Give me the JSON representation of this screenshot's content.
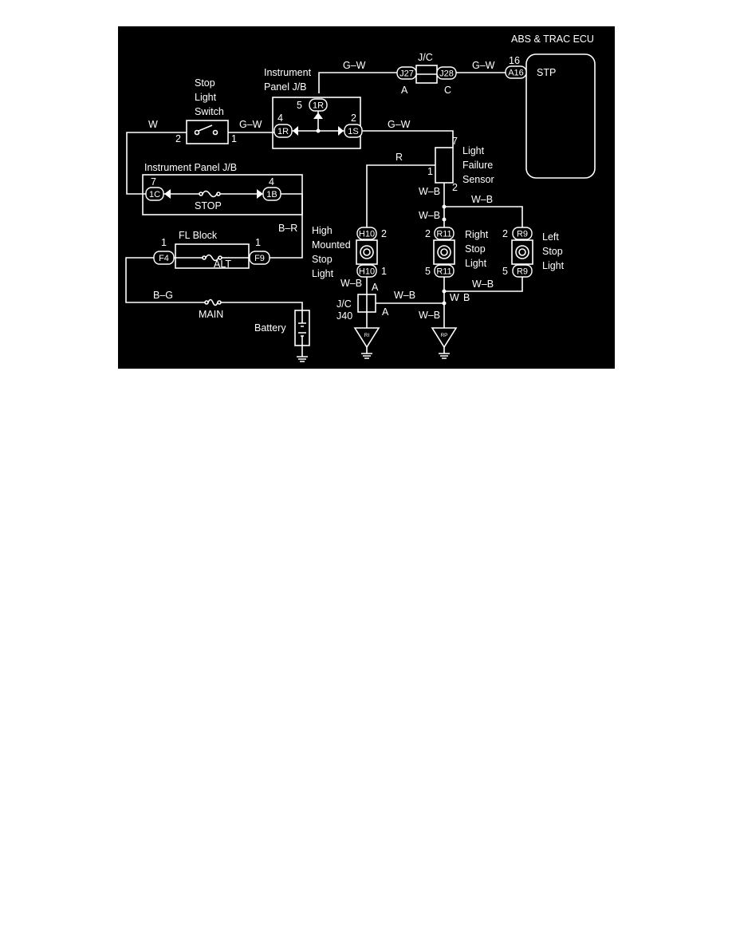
{
  "colors": {
    "background": "#000000",
    "line": "#ffffff",
    "page": "#ffffff"
  },
  "ecu": {
    "title": "ABS & TRAC ECU",
    "pin_num": "16",
    "connector": "A16",
    "terminal": "STP"
  },
  "jc_top": {
    "label": "J/C",
    "left_conn": "J27",
    "left_pin": "A",
    "right_conn": "J28",
    "right_pin": "C"
  },
  "ip_jb_top": {
    "label_line1": "Instrument",
    "label_line2": "Panel J/B",
    "top_pin": "5",
    "top_conn": "1R",
    "left_pin": "4",
    "left_conn": "1R",
    "right_pin": "2",
    "right_conn": "1S"
  },
  "stop_switch": {
    "line1": "Stop",
    "line2": "Light",
    "line3": "Switch",
    "pin_left": "2",
    "pin_right": "1"
  },
  "ip_jb_bottom": {
    "label": "Instrument Panel J/B",
    "left_pin": "7",
    "left_conn": "1C",
    "right_pin": "4",
    "right_conn": "1B",
    "fuse": "STOP"
  },
  "fl_block": {
    "label": "FL Block",
    "left_pin": "1",
    "left_conn": "F4",
    "right_pin": "1",
    "right_conn": "F9",
    "fuse": "ALT"
  },
  "main_fuse": "MAIN",
  "battery": "Battery",
  "light_failure_sensor": {
    "line1": "Light",
    "line2": "Failure",
    "line3": "Sensor",
    "pin_top": "7",
    "pin_left": "1",
    "pin_bottom": "2"
  },
  "high_mount": {
    "line1": "High",
    "line2": "Mounted",
    "line3": "Stop",
    "line4": "Light",
    "conn": "H10",
    "pin_top": "2",
    "pin_bottom": "1"
  },
  "right_stop": {
    "line1": "Right",
    "line2": "Stop",
    "line3": "Light",
    "conn": "R11",
    "pin_top": "2",
    "pin_bottom": "5"
  },
  "left_stop": {
    "line1": "Left",
    "line2": "Stop",
    "line3": "Light",
    "conn": "R9",
    "pin_top": "2",
    "pin_bottom": "5"
  },
  "jc_j40": {
    "line1": "J/C",
    "line2": "J40",
    "pin_top": "A",
    "pin_right": "A"
  },
  "junction_wb": {
    "w": "W",
    "b": "B"
  },
  "grounds": {
    "left": "RI",
    "right": "RP"
  },
  "wires": {
    "w": "W",
    "gw": "G–W",
    "r": "R",
    "wb": "W–B",
    "br": "B–R",
    "bg": "B–G"
  }
}
